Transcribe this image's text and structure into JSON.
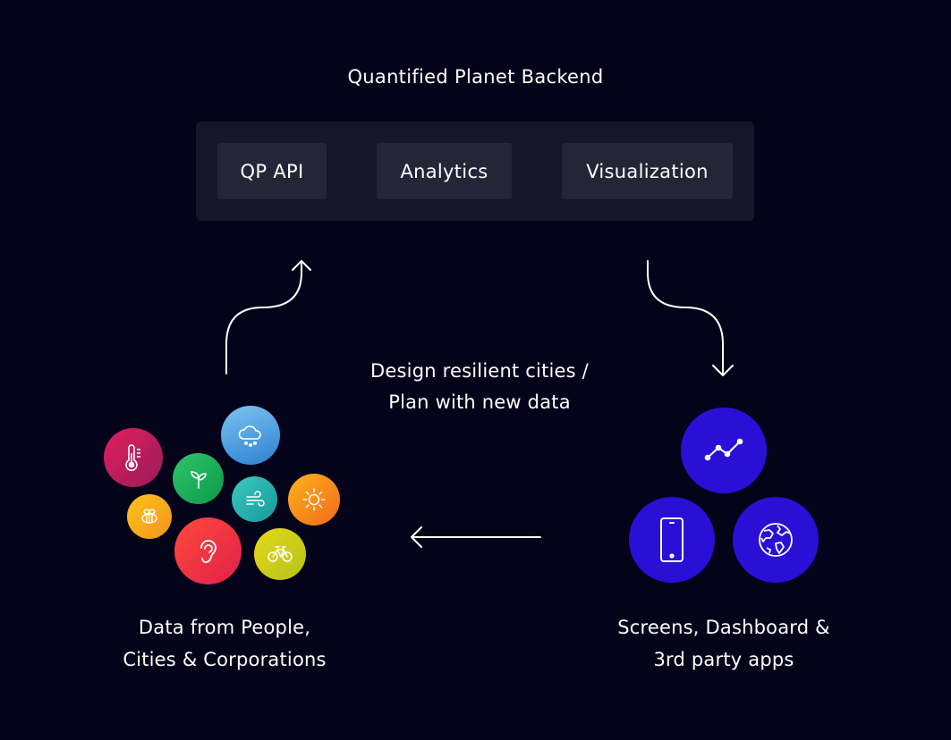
{
  "backend": {
    "title": "Quantified Planet Backend",
    "modules": [
      "QP API",
      "Analytics",
      "Visualization"
    ]
  },
  "center_text": {
    "line1": "Design resilient cities /",
    "line2": "Plan with new data"
  },
  "sources": {
    "caption_line1": "Data from People,",
    "caption_line2": "Cities & Corporations",
    "icons": [
      "thermometer-icon",
      "rain-cloud-icon",
      "plant-icon",
      "wind-icon",
      "sun-icon",
      "bee-icon",
      "ear-icon",
      "bicycle-icon"
    ]
  },
  "outputs": {
    "caption_line1": "Screens, Dashboard &",
    "caption_line2": "3rd party apps",
    "icons": [
      "line-chart-icon",
      "smartphone-icon",
      "globe-icon"
    ]
  },
  "colors": {
    "background": "#05031a",
    "panel": "#161628",
    "module_box": "#252538",
    "output_circle": "#2a0fd6"
  }
}
